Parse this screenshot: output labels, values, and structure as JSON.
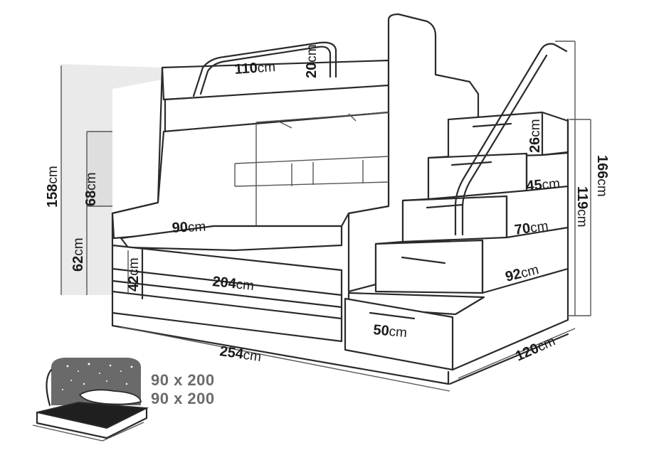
{
  "dimensions": {
    "rail_length": {
      "num": "110",
      "unit": "cm"
    },
    "rail_height": {
      "num": "20",
      "unit": "cm"
    },
    "total_left_height": {
      "num": "158",
      "unit": "cm"
    },
    "upper_gap": {
      "num": "68",
      "unit": "cm"
    },
    "lower_height": {
      "num": "62",
      "unit": "cm"
    },
    "lower_bed_width": {
      "num": "90",
      "unit": "cm"
    },
    "lower_frame_height": {
      "num": "42",
      "unit": "cm"
    },
    "lower_bed_length": {
      "num": "204",
      "unit": "cm"
    },
    "total_length": {
      "num": "254",
      "unit": "cm"
    },
    "step_top_height": {
      "num": "26",
      "unit": "cm"
    },
    "step_2": {
      "num": "45",
      "unit": "cm"
    },
    "step_3": {
      "num": "70",
      "unit": "cm"
    },
    "step_4": {
      "num": "92",
      "unit": "cm"
    },
    "step_bottom": {
      "num": "50",
      "unit": "cm"
    },
    "stairs_height": {
      "num": "119",
      "unit": "cm"
    },
    "total_height": {
      "num": "166",
      "unit": "cm"
    },
    "depth": {
      "num": "120",
      "unit": "cm"
    }
  },
  "mattress_sizes": [
    "90 x 200",
    "90 x 200"
  ]
}
